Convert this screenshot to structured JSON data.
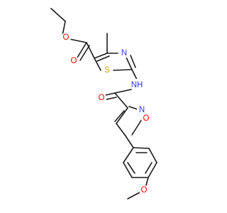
{
  "molecule": {
    "atom_labels": {
      "o_ester_carbonyl": "O",
      "o_ester": "O",
      "s_thiazole": "S",
      "n_thiazole": "N",
      "nh_amide": "NH",
      "o_amide": "O",
      "n_isoxazole": "N",
      "o_isoxazole": "O",
      "o_methoxy": "O"
    },
    "colors": {
      "bond": "#1a1a1a",
      "oxygen": "#ff0000",
      "nitrogen": "#3333ff",
      "sulfur": "#c8a000"
    }
  }
}
